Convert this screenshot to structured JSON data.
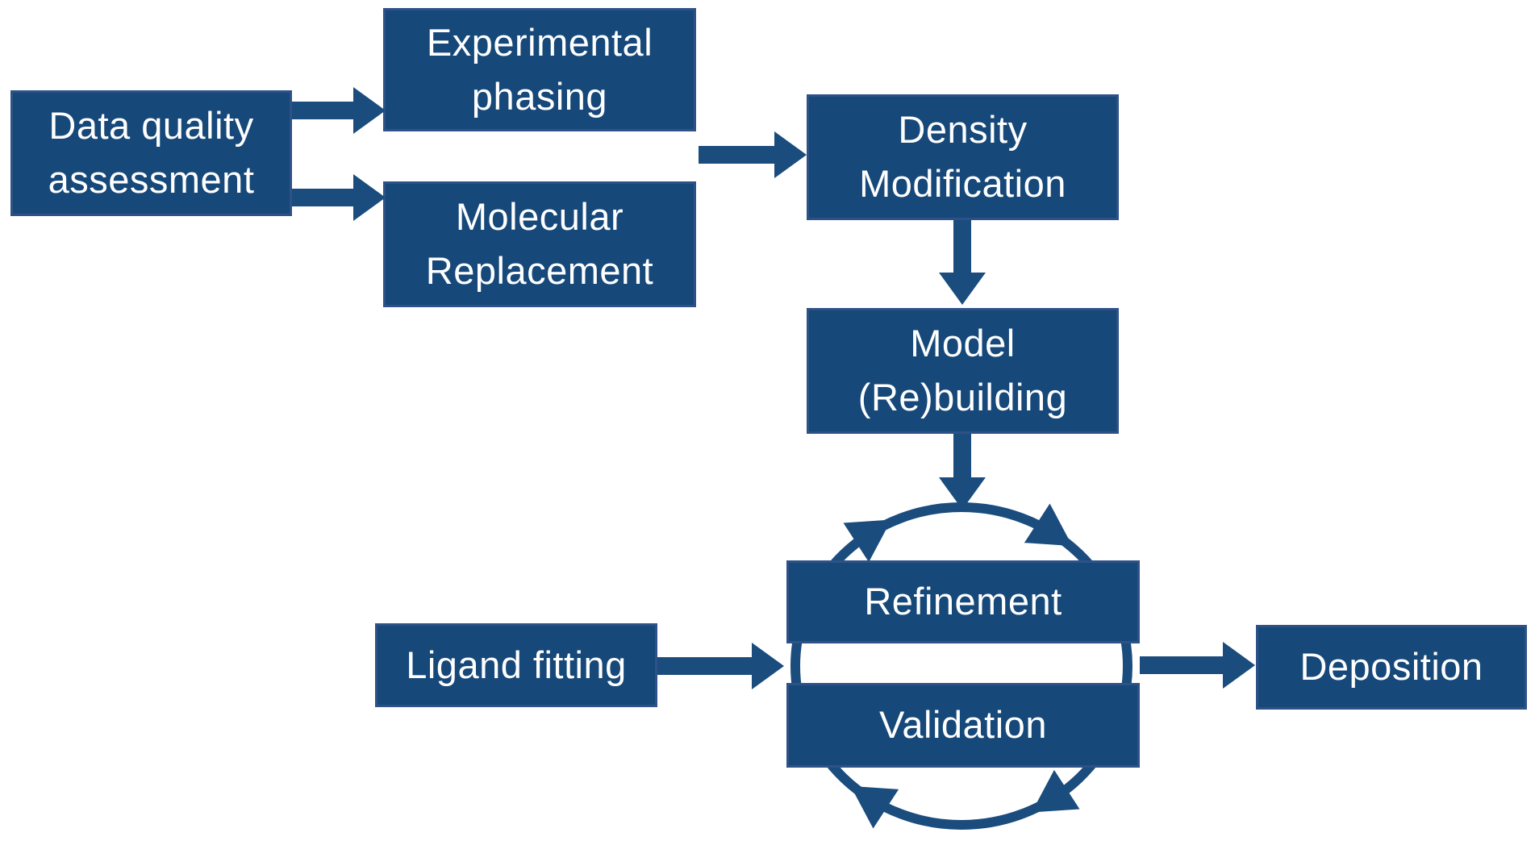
{
  "colors": {
    "background": "#ffffff",
    "box_fill": "#164879",
    "box_border": "#2e5287",
    "arrow_fill": "#1a4c7d",
    "label_text": "#ffffff"
  },
  "nodes": {
    "data_quality": {
      "label": "Data quality\nassessment"
    },
    "experimental_phasing": {
      "label": "Experimental\nphasing"
    },
    "molecular_replacement": {
      "label": "Molecular\nReplacement"
    },
    "density_modification": {
      "label": "Density\nModification"
    },
    "model_rebuilding": {
      "label": "Model\n(Re)building"
    },
    "refinement": {
      "label": "Refinement"
    },
    "validation": {
      "label": "Validation"
    },
    "ligand_fitting": {
      "label": "Ligand fitting"
    },
    "deposition": {
      "label": "Deposition"
    }
  },
  "edges": [
    {
      "from": "data_quality",
      "to": "experimental_phasing"
    },
    {
      "from": "data_quality",
      "to": "molecular_replacement"
    },
    {
      "from": [
        "experimental_phasing",
        "molecular_replacement"
      ],
      "to": "density_modification"
    },
    {
      "from": "density_modification",
      "to": "model_rebuilding"
    },
    {
      "from": "model_rebuilding",
      "to": "refinement_validation_cycle"
    },
    {
      "from": "ligand_fitting",
      "to": "refinement_validation_cycle"
    },
    {
      "from": "refinement_validation_cycle",
      "to": "deposition"
    },
    {
      "type": "cycle",
      "between": [
        "refinement",
        "validation"
      ],
      "direction": "clockwise",
      "arrowheads": 4
    }
  ]
}
